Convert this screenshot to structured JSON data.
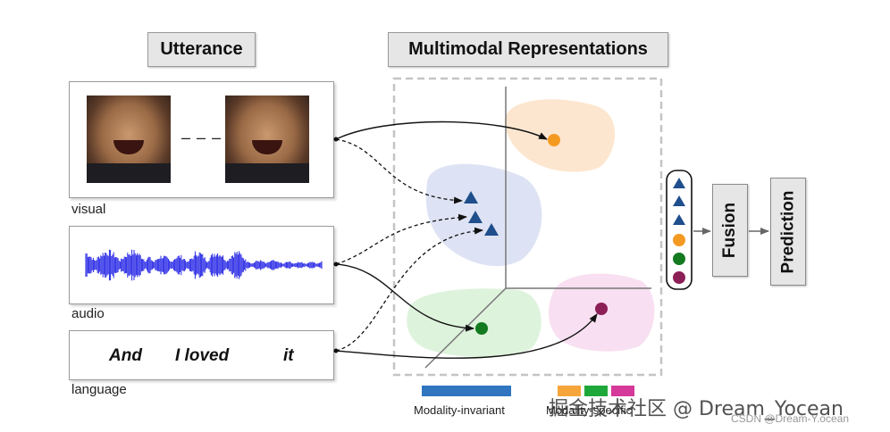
{
  "headers": {
    "utterance": "Utterance",
    "representations": "Multimodal Representations"
  },
  "modalities": {
    "visual": "visual",
    "audio": "audio",
    "language": "language"
  },
  "language_words": [
    "And",
    "I loved",
    "it"
  ],
  "visual_frames": {
    "separator": "– – –"
  },
  "legend": {
    "invariant": "Modality-invariant",
    "specific": "Modality-specific",
    "invariant_color": "#2f75c0",
    "specific_colors": [
      "#f6a53b",
      "#1fa83a",
      "#d5399a"
    ]
  },
  "pipeline": {
    "fusion": "Fusion",
    "prediction": "Prediction"
  },
  "colors": {
    "triangle": "#1f4e8c",
    "orange_dot": "#f59a21",
    "green_dot": "#137a20",
    "purple_dot": "#8d1f57",
    "orange_blob": "#fde6cf",
    "blue_blob": "#dde3f4",
    "green_blob": "#def3dc",
    "pink_blob": "#f8dff1",
    "waveform": "#2626e6"
  },
  "watermark": {
    "main": "掘金技术社区 @ Dream_Yocean",
    "small": "CSDN @Dream-Y.ocean"
  }
}
